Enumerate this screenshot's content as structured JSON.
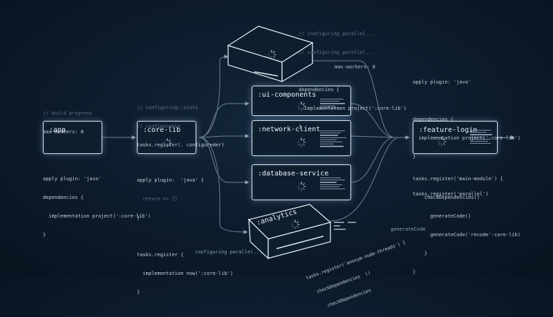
{
  "nodes": {
    "app": ":app",
    "core_lib": ":core-lib",
    "ui_components": ":ui-components",
    "network_client": ":network-client",
    "database_service": ":database-service",
    "feature_login": ":feature-login",
    "analytics": ":analytics"
  },
  "snippets": {
    "app_top": [
      "// build progress",
      "max-workers: 8"
    ],
    "app_bottom": [
      "apply plugin: 'java'",
      "dependencies {",
      "  implementation project(':core-lib')",
      "}"
    ],
    "core_top": [
      "// configuring::stats",
      "// configurable",
      "tasks.register(. configureder)"
    ],
    "core_bottom": [
      "apply plugin:  'java' {",
      "  return => {}",
      "}",
      "",
      "tasks.register {",
      "  implementation now(':core-lib')",
      "}"
    ],
    "top_center": [
      "// configuring parallel...",
      "// configuring parallel...",
      "",
      "dependencies {",
      "  implementation project(':core-lib')",
      "}"
    ],
    "right_top": [
      "apply plugin: 'java'",
      "",
      "dependencies {",
      "  implementation project(':core-lib')",
      "}",
      "",
      "tasks.register('parallel')"
    ],
    "right_bottom": [
      "tasks.register('main-module') {",
      "    checkDependencies()",
      "      generateCode()",
      "      generateCode('recode':core-lib)",
      "    }",
      "}"
    ],
    "analytics_tilt": [
      "tasks.register('anonym-node-threads') {",
      "  checkDependencies  ()",
      "    checkDependencies"
    ]
  },
  "labels": {
    "max_workers": "max-workers: 8",
    "configuring_parallel": "configuring parallel...",
    "generate_code": "generateCode"
  },
  "colors": {
    "background": "#0c1a29",
    "node_border": "#dfe9f3",
    "edge": "#6f8296",
    "text": "#c3d0dc",
    "comment": "#5d7489"
  }
}
